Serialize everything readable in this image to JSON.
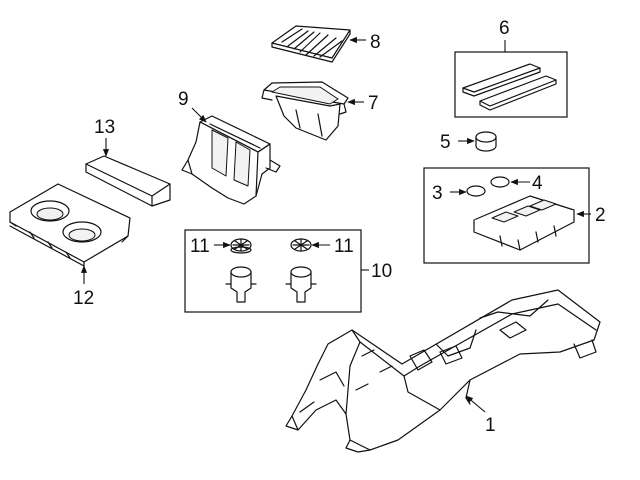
{
  "diagram": {
    "callouts": [
      {
        "id": "1",
        "label": "1"
      },
      {
        "id": "2",
        "label": "2"
      },
      {
        "id": "3",
        "label": "3"
      },
      {
        "id": "4",
        "label": "4"
      },
      {
        "id": "5",
        "label": "5"
      },
      {
        "id": "6",
        "label": "6"
      },
      {
        "id": "7",
        "label": "7"
      },
      {
        "id": "8",
        "label": "8"
      },
      {
        "id": "9",
        "label": "9"
      },
      {
        "id": "10",
        "label": "10"
      },
      {
        "id": "11a",
        "label": "11"
      },
      {
        "id": "11b",
        "label": "11"
      },
      {
        "id": "12",
        "label": "12"
      },
      {
        "id": "13",
        "label": "13"
      }
    ]
  }
}
